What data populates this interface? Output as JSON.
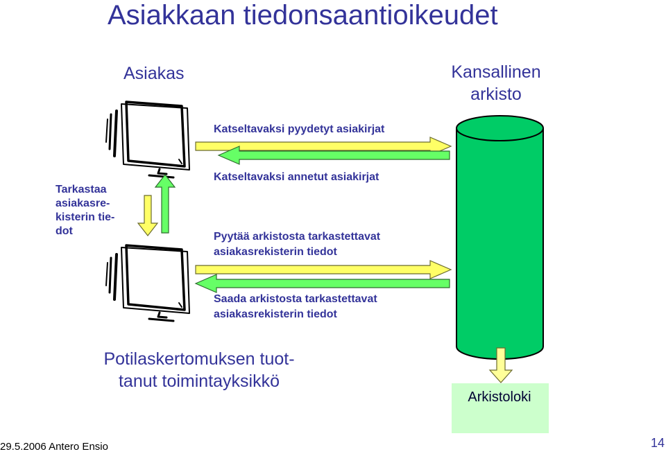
{
  "title": "Asiakkaan tiedonsaantioikeudet",
  "actors": {
    "customer": "Asiakas",
    "archive_line1": "Kansallinen",
    "archive_line2": "arkisto"
  },
  "left_note": {
    "line1": "Tarkastaa",
    "line2": "asiakasre-",
    "line3": "kisterin tie-",
    "line4": "dot"
  },
  "flows": {
    "f1": "Katseltavaksi pyydetyt asiakirjat",
    "f2": "Katseltavaksi annetut asiakirjat",
    "f3_line1": "Pyytää arkistosta tarkastettavat",
    "f3_line2": "asiakasrekisterin tiedot",
    "f4_line1": "Saada arkistosta tarkastettavat",
    "f4_line2": "asiakasrekisterin tiedot"
  },
  "unit": {
    "line1": "Potilaskertomuksen tuot-",
    "line2": "tanut toimintayksikkö"
  },
  "log_label": "Arkistoloki",
  "footer": {
    "date_author": "29.5.2006 Antero Ensio",
    "page": "14"
  },
  "colors": {
    "title_blue": "#333399",
    "arrow_yellow": "#ffff66",
    "arrow_green": "#66ff66",
    "cylinder_green": "#00cc66",
    "log_green": "#ccffcc"
  },
  "icons": [
    "computer-monitor-icon",
    "computer-monitor-icon",
    "database-cylinder-icon"
  ]
}
